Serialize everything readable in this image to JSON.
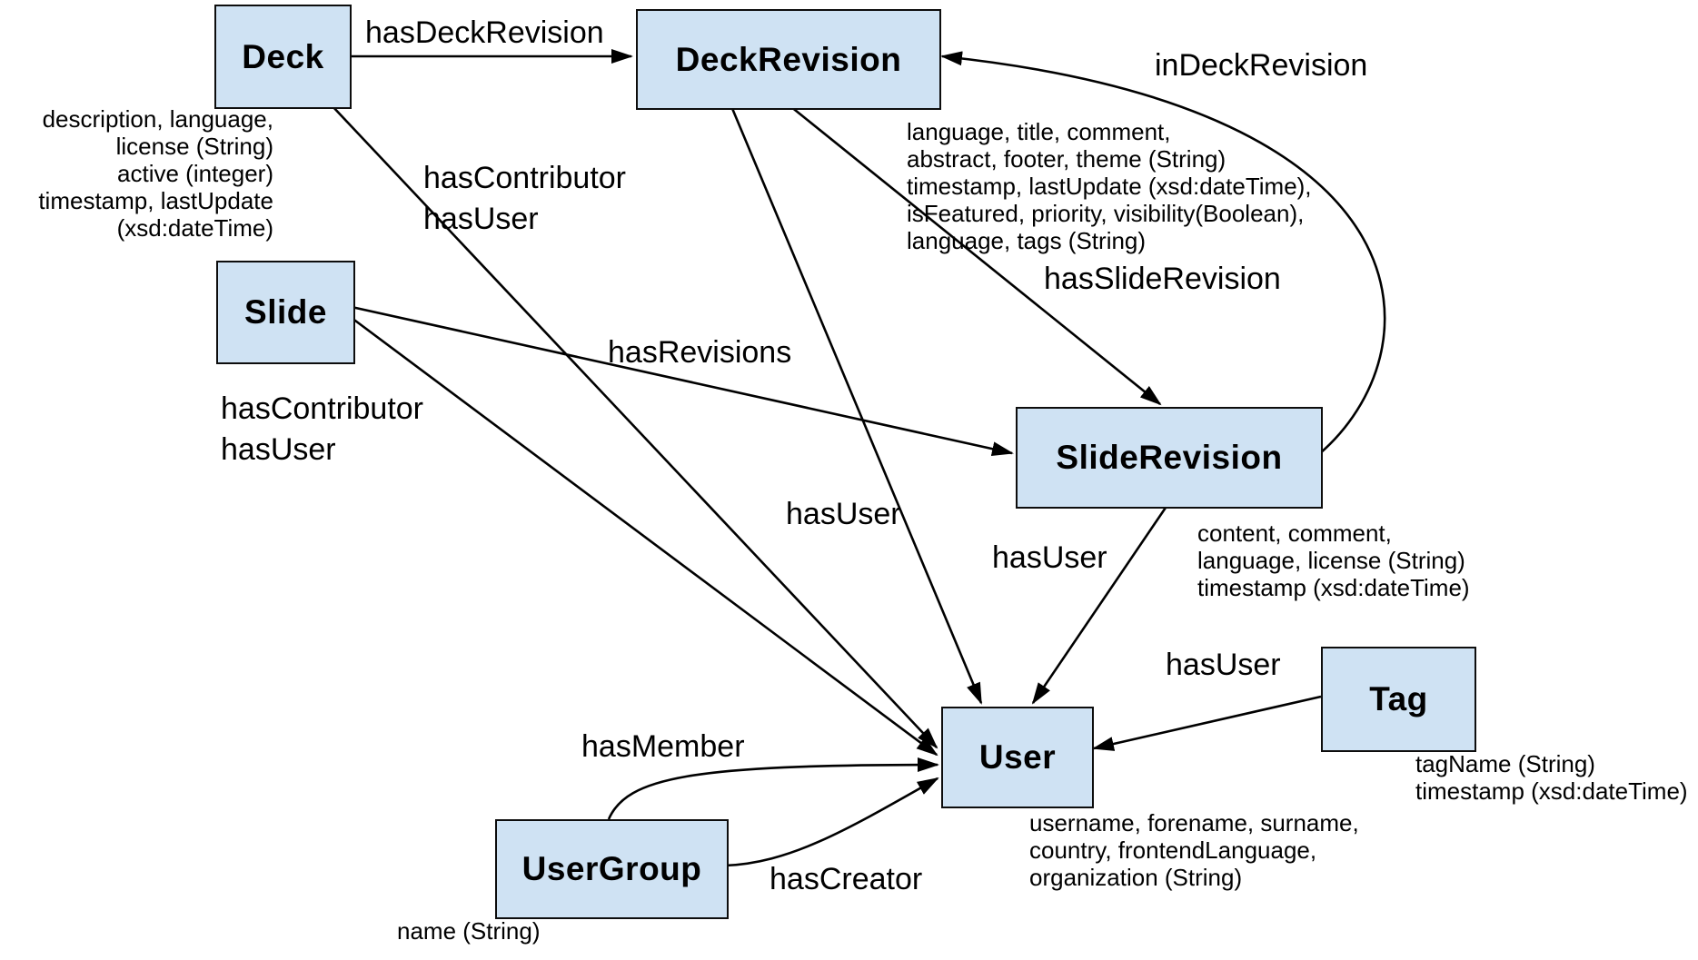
{
  "colors": {
    "background": "#ffffff",
    "box_fill": "#cfe2f3",
    "box_border": "#0d0d0d",
    "line": "#000000",
    "text": "#000000"
  },
  "entities": {
    "deck": {
      "label": "Deck",
      "attributes": [
        "description, language,",
        "license (String)",
        "active (integer)",
        "timestamp, lastUpdate",
        "(xsd:dateTime)"
      ]
    },
    "deck_revision": {
      "label": "DeckRevision",
      "attributes": [
        "language, title, comment,",
        "abstract, footer, theme (String)",
        "timestamp, lastUpdate (xsd:dateTime),",
        "isFeatured, priority, visibility(Boolean),",
        "language, tags (String)"
      ]
    },
    "slide": {
      "label": "Slide"
    },
    "slide_revision": {
      "label": "SlideRevision",
      "attributes": [
        "content, comment,",
        "language, license (String)",
        "timestamp (xsd:dateTime)"
      ]
    },
    "user": {
      "label": "User",
      "attributes": [
        "username, forename, surname,",
        "country, frontendLanguage,",
        "organization (String)"
      ]
    },
    "user_group": {
      "label": "UserGroup",
      "attributes": [
        "name (String)"
      ]
    },
    "tag": {
      "label": "Tag",
      "attributes": [
        "tagName (String)",
        "timestamp (xsd:dateTime)"
      ]
    }
  },
  "relationship_labels": {
    "has_deck_revision": "hasDeckRevision",
    "in_deck_revision": "inDeckRevision",
    "deck_user_pair": [
      "hasContributor",
      "hasUser"
    ],
    "slide_user_pair": [
      "hasContributor",
      "hasUser"
    ],
    "has_revisions": "hasRevisions",
    "has_slide_revision": "hasSlideRevision",
    "deck_revision_has_user": "hasUser",
    "slide_revision_has_user": "hasUser",
    "tag_has_user": "hasUser",
    "has_member": "hasMember",
    "has_creator": "hasCreator"
  }
}
